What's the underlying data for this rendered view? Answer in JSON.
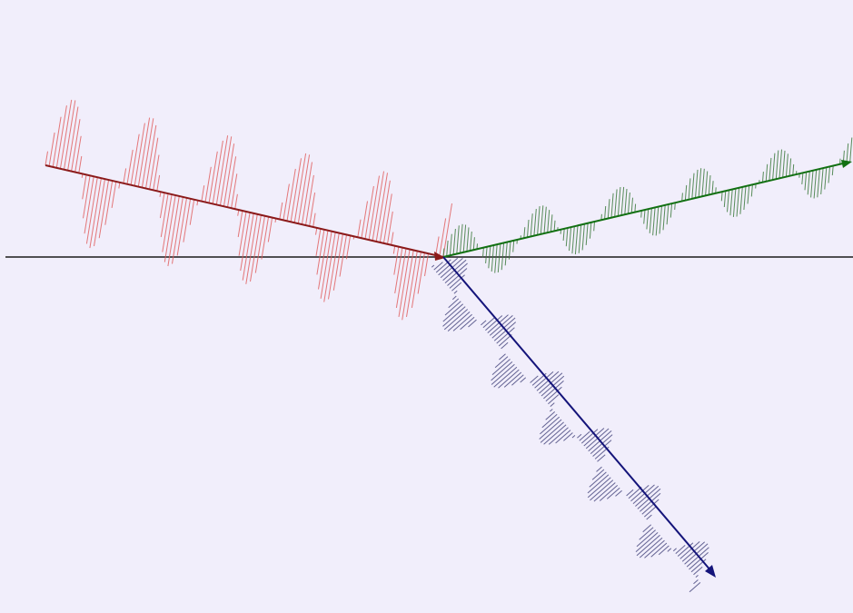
{
  "colors": {
    "background": "#f1eefb",
    "interface": "#1a1a1a",
    "incident": "#8b1a1a",
    "incident_field": "#e06060",
    "reflected": "#127012",
    "reflected_field": "#3d7a3d",
    "transmitted": "#14147a",
    "transmitted_field": "#4a4a80"
  },
  "rays": {
    "incident": {
      "name": "incident-ray",
      "arrow": "at-interface"
    },
    "reflected": {
      "name": "reflected-ray",
      "arrow": "at-end"
    },
    "transmitted": {
      "name": "transmitted-ray",
      "arrow": "at-end"
    }
  }
}
